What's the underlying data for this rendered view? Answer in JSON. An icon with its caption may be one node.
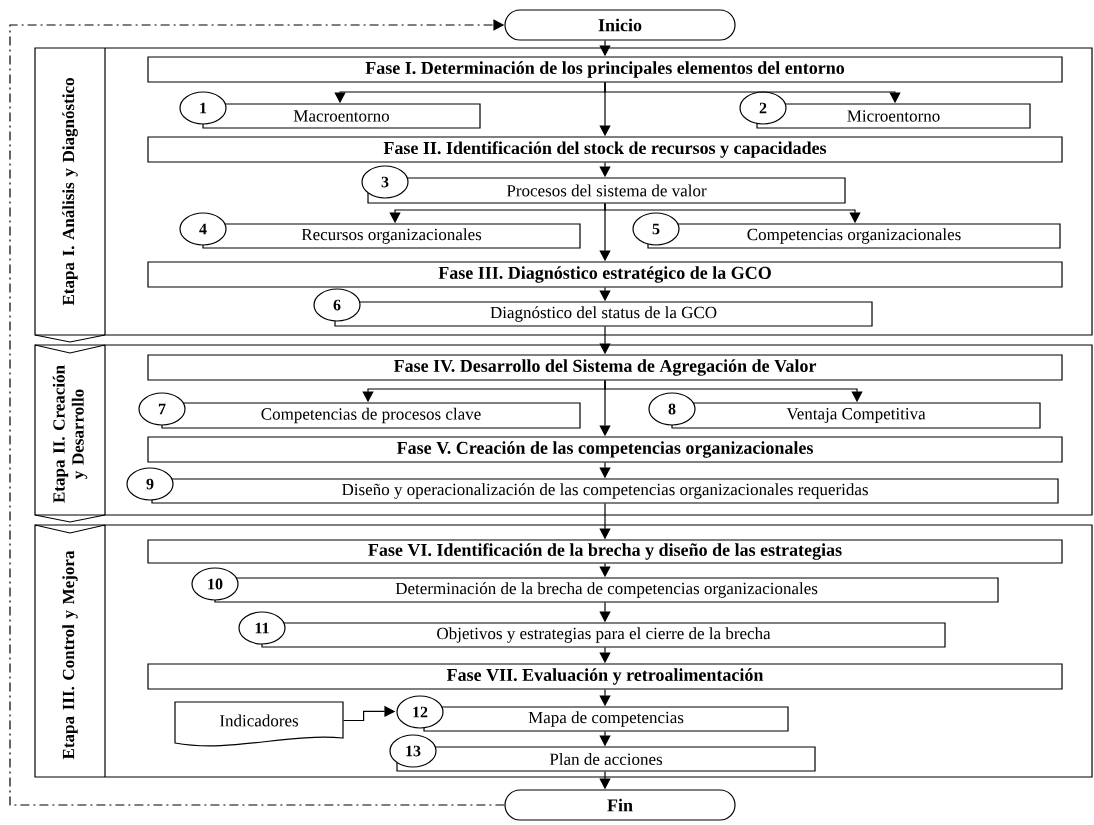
{
  "diagram": {
    "nodes": [
      {
        "text": [
          "Inicio"
        ]
      },
      {
        "text": [
          "Etapa I. Análisis y Diagnóstico"
        ]
      },
      {
        "text": [
          "Fase I. Determinación de los principales elementos del entorno"
        ],
        "in": 1
      },
      {
        "text": [
          "1",
          "Macroentorno"
        ],
        "in": 1
      },
      {
        "text": [
          "2",
          "Microentorno"
        ],
        "in": 1
      },
      {
        "text": [
          "Fase II. Identificación del stock de recursos y capacidades"
        ],
        "in": 1
      },
      {
        "text": [
          "3",
          "Procesos del sistema de valor"
        ],
        "in": 1
      },
      {
        "text": [
          "4",
          "Recursos organizacionales"
        ],
        "in": 1
      },
      {
        "text": [
          "5",
          "Competencias organizacionales"
        ],
        "in": 1
      },
      {
        "text": [
          "Fase III. Diagnóstico estratégico de la GCO"
        ],
        "in": 1
      },
      {
        "text": [
          "6",
          "Diagnóstico del status de la GCO"
        ],
        "in": 1
      },
      {
        "text": [
          "Etapa II. Creación y Desarrollo"
        ]
      },
      {
        "text": [
          "Fase IV. Desarrollo del Sistema de Agregación de Valor"
        ],
        "in": 11
      },
      {
        "text": [
          "7",
          "Competencias de procesos clave"
        ],
        "in": 11
      },
      {
        "text": [
          "8",
          "Ventaja Competitiva"
        ],
        "in": 11
      },
      {
        "text": [
          "Fase V. Creación de las competencias organizacionales"
        ],
        "in": 11
      },
      {
        "text": [
          "9",
          "Diseño y operacionalización de las competencias organizacionales requeridas"
        ],
        "in": 11
      },
      {
        "text": [
          "Etapa III. Control y Mejora"
        ]
      },
      {
        "text": [
          "Fase VI. Identificación de la brecha y diseño de las estrategias"
        ],
        "in": 17
      },
      {
        "text": [
          "10",
          "Determinación de la brecha de competencias organizacionales"
        ],
        "in": 17
      },
      {
        "text": [
          "11",
          "Objetivos y estrategias para el cierre de la brecha"
        ],
        "in": 17
      },
      {
        "text": [
          "Fase VII. Evaluación y retroalimentación"
        ],
        "in": 17
      },
      {
        "text": [
          "Indicadores"
        ],
        "in": 17
      },
      {
        "text": [
          "12",
          "Mapa de competencias"
        ],
        "in": 17
      },
      {
        "text": [
          "13",
          "Plan de acciones"
        ],
        "in": 17
      },
      {
        "text": [
          "Fin"
        ]
      }
    ],
    "edges": [
      {
        "from": 0,
        "to": 2,
        "arrow": "to"
      },
      {
        "from": 2,
        "to": 3,
        "arrow": "to"
      },
      {
        "from": 2,
        "to": 4,
        "arrow": "to"
      },
      {
        "from": 2,
        "to": 5,
        "arrow": "to"
      },
      {
        "from": 5,
        "to": 6,
        "arrow": "to"
      },
      {
        "from": 6,
        "to": 7,
        "arrow": "to"
      },
      {
        "from": 6,
        "to": 8,
        "arrow": "to"
      },
      {
        "from": 6,
        "to": 9,
        "arrow": "to"
      },
      {
        "from": 9,
        "to": 10,
        "arrow": "to"
      },
      {
        "from": 10,
        "to": 12,
        "arrow": "to"
      },
      {
        "from": 12,
        "to": 13,
        "arrow": "to"
      },
      {
        "from": 12,
        "to": 14,
        "arrow": "to"
      },
      {
        "from": 12,
        "to": 15,
        "arrow": "to"
      },
      {
        "from": 15,
        "to": 16,
        "arrow": "to"
      },
      {
        "from": 16,
        "to": 18,
        "arrow": "to"
      },
      {
        "from": 18,
        "to": 19,
        "arrow": "to"
      },
      {
        "from": 19,
        "to": 20,
        "arrow": "to"
      },
      {
        "from": 20,
        "to": 21,
        "arrow": "to"
      },
      {
        "from": 21,
        "to": 23,
        "arrow": "to"
      },
      {
        "from": 22,
        "to": 23,
        "arrow": "to"
      },
      {
        "from": 23,
        "to": 24,
        "arrow": "to"
      },
      {
        "from": 24,
        "to": 25,
        "arrow": "to"
      },
      {
        "from": 25,
        "to": 0,
        "arrow": "to",
        "style": "dashed"
      }
    ]
  }
}
